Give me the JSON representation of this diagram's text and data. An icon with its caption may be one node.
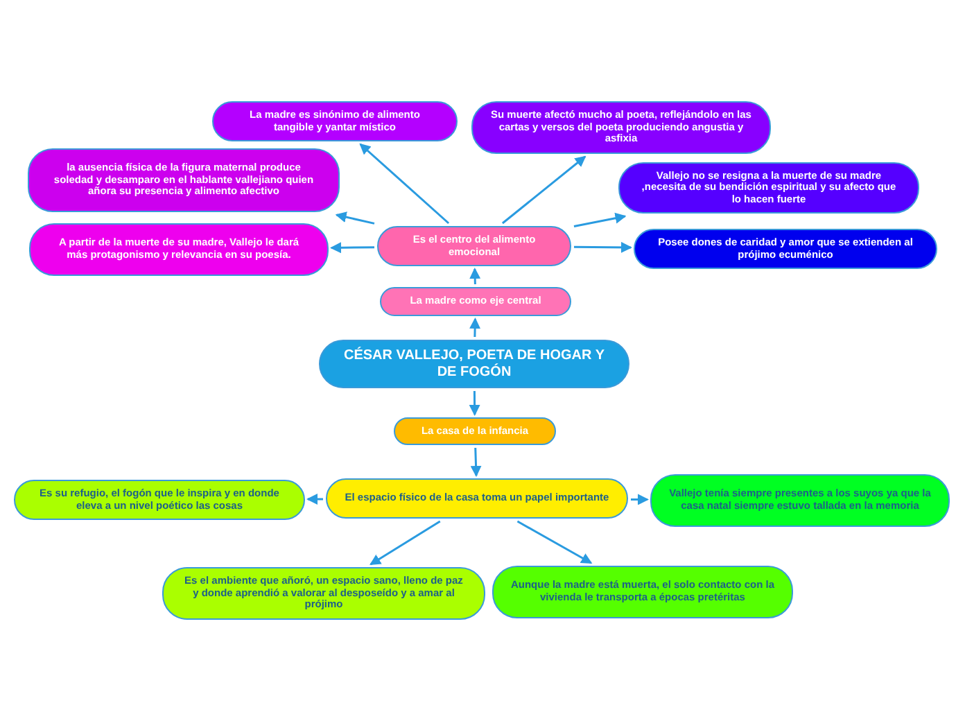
{
  "diagram": {
    "nodes": [
      {
        "text": [
          "CÉSAR VALLEJO, POETA DE HOGAR Y DE FOGÓN"
        ]
      },
      {
        "text": [
          "La madre como eje central"
        ]
      },
      {
        "text": [
          "Es el centro del alimento emocional"
        ]
      },
      {
        "text": [
          "La madre es sinónimo de alimento tangible y yantar místico"
        ]
      },
      {
        "text": [
          "Su muerte afectó mucho al poeta, reflejándolo en las cartas y versos del poeta produciendo angustia y asfixia"
        ]
      },
      {
        "text": [
          "la ausencia física de la figura maternal produce soledad y desamparo en el hablante vallejiano quien añora su presencia y alimento afectivo"
        ]
      },
      {
        "text": [
          "Vallejo no se resigna a la muerte de su madre ,necesita de su bendición espiritual y su afecto que lo hacen fuerte"
        ]
      },
      {
        "text": [
          "A partir de la muerte de su madre, Vallejo le dará más protagonismo y relevancia en su poesía."
        ]
      },
      {
        "text": [
          "Posee dones de caridad y amor que se extienden al prójimo ecuménico"
        ]
      },
      {
        "text": [
          "La casa de la infancia"
        ]
      },
      {
        "text": [
          "El espacio físico de la casa toma un papel importante"
        ]
      },
      {
        "text": [
          "Es su refugio, el fogón que le inspira y en donde eleva a un nivel poético las cosas"
        ]
      },
      {
        "text": [
          "Vallejo tenía siempre presentes a los suyos ya que la casa natal siempre estuvo tallada en la memoria"
        ]
      },
      {
        "text": [
          "Es el ambiente que añoró, un espacio sano, lleno de paz y donde aprendió a valorar al desposeído y a amar al prójimo"
        ]
      },
      {
        "text": [
          "Aunque la madre está muerta, el solo contacto con la vivienda le transporta a épocas pretéritas"
        ]
      }
    ],
    "edges": [
      {
        "from": 0,
        "to": 1,
        "arrow": "to"
      },
      {
        "from": 1,
        "to": 2,
        "arrow": "to"
      },
      {
        "from": 2,
        "to": 3,
        "arrow": "to"
      },
      {
        "from": 2,
        "to": 4,
        "arrow": "to"
      },
      {
        "from": 2,
        "to": 5,
        "arrow": "to"
      },
      {
        "from": 2,
        "to": 6,
        "arrow": "to"
      },
      {
        "from": 2,
        "to": 7,
        "arrow": "to"
      },
      {
        "from": 2,
        "to": 8,
        "arrow": "to"
      },
      {
        "from": 0,
        "to": 9,
        "arrow": "to"
      },
      {
        "from": 9,
        "to": 10,
        "arrow": "to"
      },
      {
        "from": 10,
        "to": 11,
        "arrow": "to"
      },
      {
        "from": 10,
        "to": 12,
        "arrow": "to"
      },
      {
        "from": 10,
        "to": 13,
        "arrow": "to"
      },
      {
        "from": 10,
        "to": 14,
        "arrow": "to"
      }
    ]
  }
}
